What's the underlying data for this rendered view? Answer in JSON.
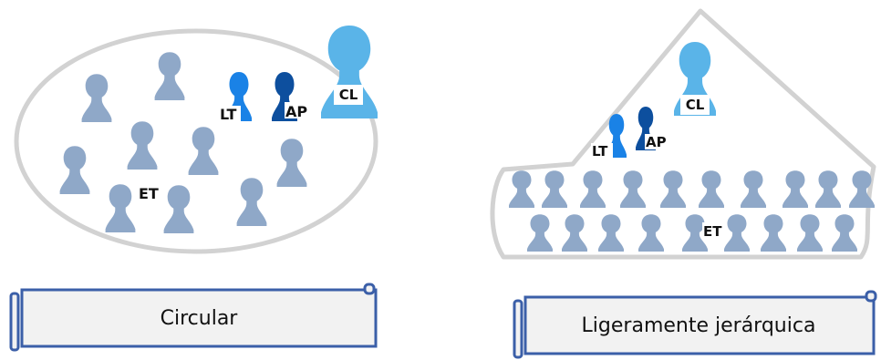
{
  "colors": {
    "outline": "#d2d2d2",
    "member": "#8fa8c8",
    "lt": "#1a82e6",
    "ap": "#0d4f9e",
    "cl": "#5ab4e8",
    "scroll_border": "#3b5fa8",
    "scroll_fill": "#f2f2f2"
  },
  "icons": {
    "person": "person-icon",
    "leader": "leader-icon"
  },
  "circular": {
    "cl_label": "CL",
    "lt_label": "LT",
    "ap_label": "AP",
    "et_label": "ET",
    "caption": "Circular"
  },
  "hierarchical": {
    "cl_label": "CL",
    "lt_label": "LT",
    "ap_label": "AP",
    "et_label": "ET",
    "caption": "Ligeramente jerárquica"
  }
}
